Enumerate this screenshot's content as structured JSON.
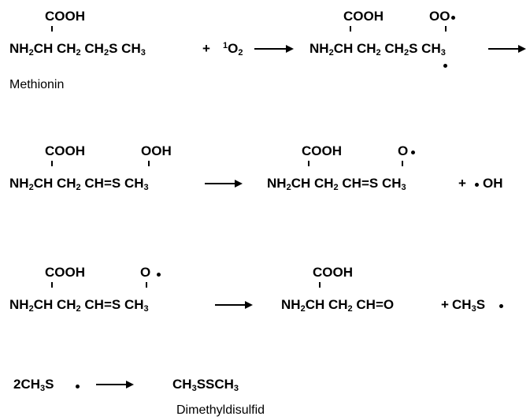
{
  "reactions": {
    "r1": {
      "cooh": "COOH",
      "nh2": "NH",
      "nh2_sub": "2",
      "ch": "CH",
      "ch2a": "CH",
      "ch2a_sub": "2",
      "ch2b": "CH",
      "ch2b_sub": "2",
      "s": "S",
      "ch3": "CH",
      "ch3_sub": "3",
      "plus": "+",
      "o2_sup": "1",
      "o2": "O",
      "o2_sub": "2",
      "name": "Methionin",
      "prod_cooh": "COOH",
      "prod_oo": "OO",
      "prod_nh2": "NH",
      "prod_nh2_sub": "2",
      "prod_ch": "CH",
      "prod_ch2a": "CH",
      "prod_ch2a_sub": "2",
      "prod_ch2b": "CH",
      "prod_ch2b_sub": "2",
      "prod_s": "S",
      "prod_ch3": "CH",
      "prod_ch3_sub": "3"
    },
    "r2": {
      "cooh": "COOH",
      "ooh": "OOH",
      "nh2": "NH",
      "nh2_sub": "2",
      "ch": "CH",
      "ch2": "CH",
      "ch2_sub": "2",
      "cheqs": "CH=S",
      "ch3": "CH",
      "ch3_sub": "3",
      "prod_cooh": "COOH",
      "prod_o": "O",
      "prod_nh2": "NH",
      "prod_nh2_sub": "2",
      "prod_ch": "CH",
      "prod_ch2": "CH",
      "prod_ch2_sub": "2",
      "prod_cheqs": "CH=S",
      "prod_ch3": "CH",
      "prod_ch3_sub": "3",
      "plus": "+",
      "oh": "OH"
    },
    "r3": {
      "cooh": "COOH",
      "o": "O",
      "nh2": "NH",
      "nh2_sub": "2",
      "ch": "CH",
      "ch2": "CH",
      "ch2_sub": "2",
      "cheqs": "CH=S",
      "ch3": "CH",
      "ch3_sub": "3",
      "prod_cooh": "COOH",
      "prod_nh2": "NH",
      "prod_nh2_sub": "2",
      "prod_ch": "CH",
      "prod_ch2": "CH",
      "prod_ch2_sub": "2",
      "prod_cheqo": "CH=O",
      "plus": "+",
      "ch3s": "CH",
      "ch3s_sub": "3",
      "ch3s_s": "S"
    },
    "r4": {
      "coef": "2CH",
      "coef_sub": "3",
      "s": "S",
      "prod_ch3a": "CH",
      "prod_ch3a_sub": "3",
      "prod_sscha": "SSCH",
      "prod_sscha_sub": "3",
      "name": "Dimethyldisulfid"
    }
  }
}
